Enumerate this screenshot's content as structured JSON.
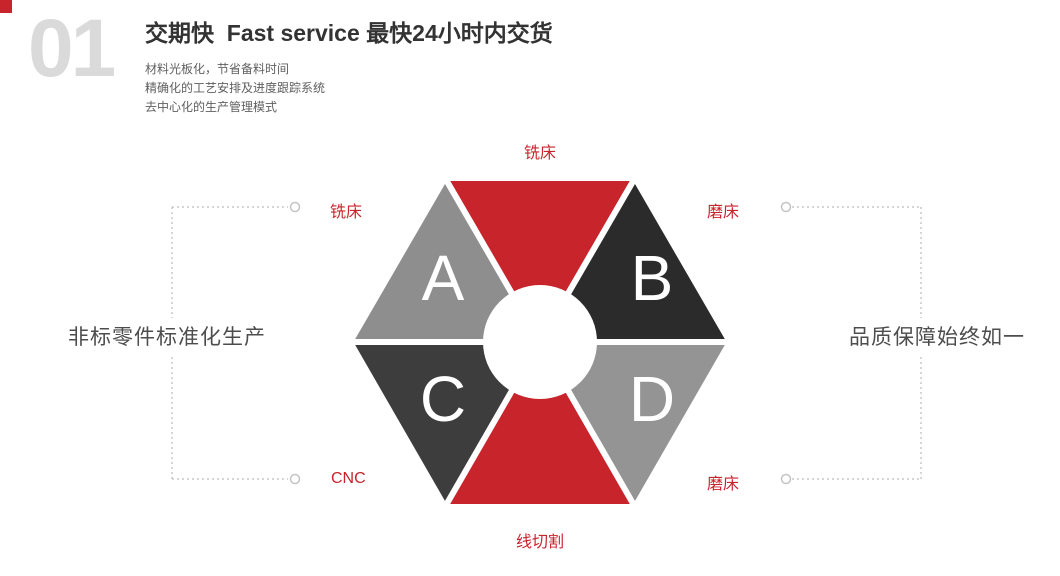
{
  "header": {
    "number": "01",
    "title": "交期快  Fast service 最快24小时内交货",
    "bullets": [
      "材料光板化，节省备料时间",
      "精确化的工艺安排及进度跟踪系统",
      "去中心化的生产管理模式"
    ]
  },
  "diagram": {
    "labels": {
      "top": "铣床",
      "upper_left": "铣床",
      "upper_right": "磨床",
      "lower_left": "CNC",
      "lower_right": "磨床",
      "bottom": "线切割"
    },
    "segments": [
      {
        "id": "top",
        "color": "#c7242c"
      },
      {
        "id": "upper-left",
        "letter": "A",
        "color": "#8e8e8e"
      },
      {
        "id": "upper-right",
        "letter": "B",
        "color": "#2b2b2b"
      },
      {
        "id": "lower-left",
        "letter": "C",
        "color": "#3d3d3d"
      },
      {
        "id": "lower-right",
        "letter": "D",
        "color": "#949494"
      },
      {
        "id": "bottom",
        "color": "#c7242c"
      }
    ],
    "colors": {
      "accent_red": "#c7242c",
      "connector_gray": "#c9c9c9",
      "number_gray": "#dadada",
      "center_circle": "#ffffff"
    }
  },
  "side": {
    "left": "非标零件标准化生产",
    "right": "品质保障始终如一"
  }
}
